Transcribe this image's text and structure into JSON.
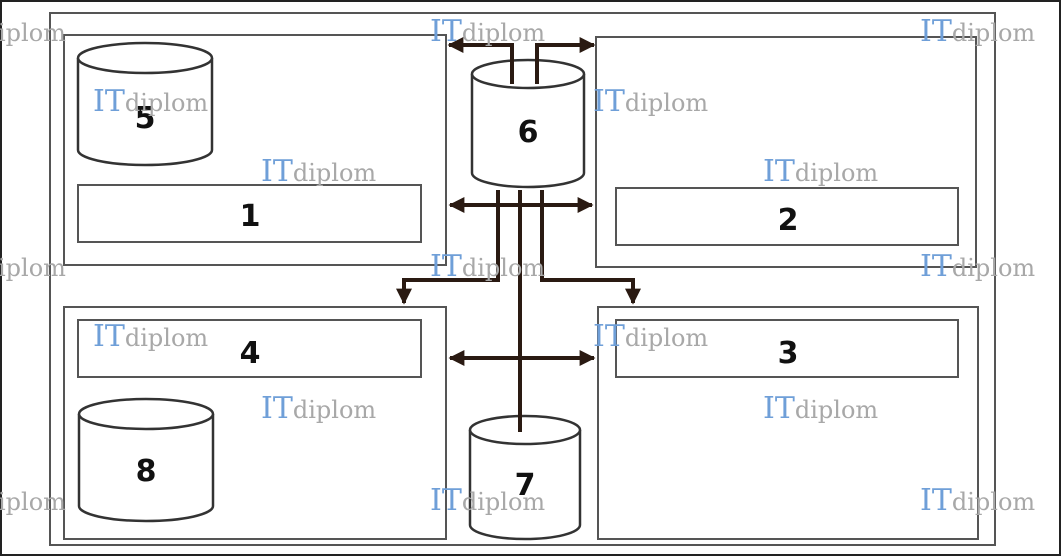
{
  "diagram": {
    "labels": {
      "block1": "1",
      "block2": "2",
      "block3": "3",
      "block4": "4",
      "db5": "5",
      "db6": "6",
      "db7": "7",
      "db8": "8"
    },
    "watermark": {
      "prefix": "IT",
      "suffix": "diplom",
      "partial": "iplom"
    },
    "colors": {
      "line": "#555555",
      "arrow": "#2a1a12",
      "watermark_prefix": "#6f9fd8",
      "watermark_suffix": "#a8a8a8"
    }
  }
}
